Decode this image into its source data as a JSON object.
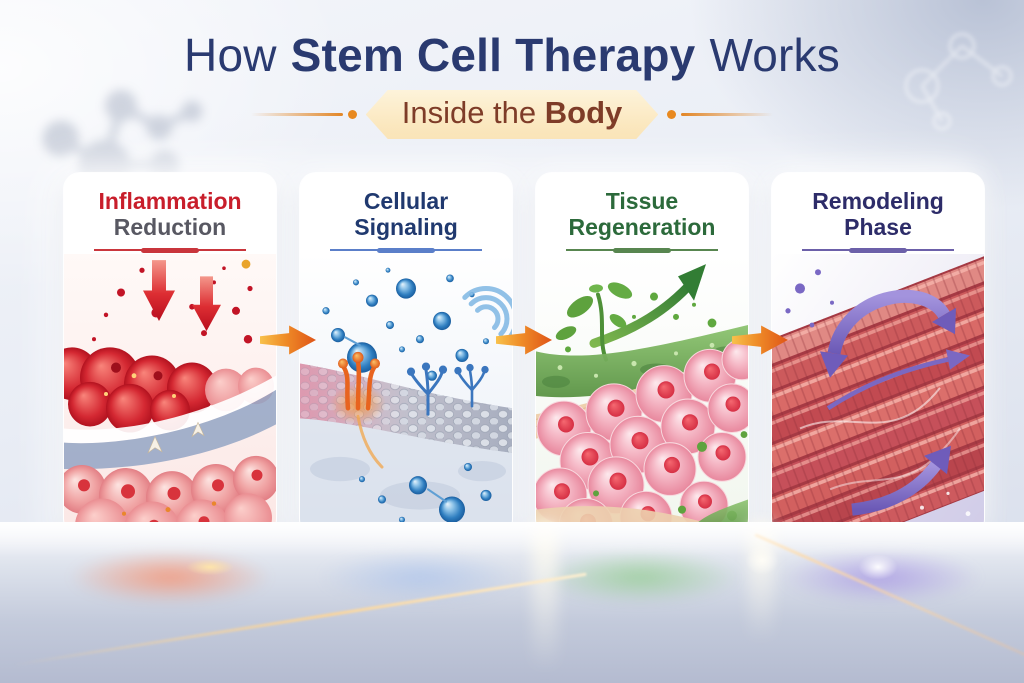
{
  "header": {
    "title": {
      "prefix": "How",
      "emphasis": "Stem Cell Therapy",
      "suffix": "Works",
      "color": "#2a3a70"
    },
    "banner": {
      "text_regular": "Inside the",
      "text_bold": "Body",
      "text_color": "#7e3c28",
      "background": "#fbe7bd",
      "accent_color": "#e8891f",
      "flank_icon": "orange-line-with-dot"
    }
  },
  "panels": [
    {
      "id": "inflammation-reduction",
      "line1": "Inflammation",
      "line2": "Reduction",
      "line1_color": "#c81e2b",
      "line2_color": "#585862",
      "divider_color": "#c42028",
      "art": {
        "motif": "inflamed-red-cells-with-descending-red-arrows",
        "icons": [
          "down-arrow-icon",
          "red-cell-cluster",
          "tissue-layer-ribbon"
        ]
      }
    },
    {
      "id": "cellular-signaling",
      "line1": "Cellular",
      "line2": "Signaling",
      "line1_color": "#20396f",
      "line2_color": "#20396f",
      "divider_color": "#4a72c4",
      "art": {
        "motif": "blue-signal-molecules-waves-receptors-on-membrane",
        "icons": [
          "signal-waves-icon",
          "molecule-sphere",
          "receptor-icon",
          "cell-membrane"
        ]
      }
    },
    {
      "id": "tissue-regeneration",
      "line1": "Tissue",
      "line2": "Regeneration",
      "line1_color": "#2c6a3b",
      "line2_color": "#2c6a3b",
      "divider_color": "#477a3e",
      "art": {
        "motif": "new-pink-cells-with-green-sprout-and-rising-arrow",
        "icons": [
          "sprout-icon",
          "growth-arrow-icon",
          "pink-cell-cluster"
        ]
      }
    },
    {
      "id": "remodeling-phase",
      "line1": "Remodeling",
      "line2": "Phase",
      "line1_color": "#2d2c69",
      "line2_color": "#2d2c69",
      "divider_color": "#5d4fa0",
      "art": {
        "motif": "aligned-muscle-fibers-with-purple-remodeling-arrows",
        "icons": [
          "curved-arrow-icon",
          "muscle-fiber-bundle"
        ]
      }
    }
  ],
  "connectors": {
    "icon": "right-arrow-icon",
    "count": 3,
    "color_start": "#f8c14b",
    "color_end": "#df5517"
  },
  "scene": {
    "watermarks": [
      "molecule-watermark-left",
      "molecule-watermark-right"
    ],
    "floor_glows": [
      {
        "name": "inflammation-glow",
        "color": "rgba(255,118,70,0.60)"
      },
      {
        "name": "signaling-glow",
        "color": "rgba(150,182,236,0.50)"
      },
      {
        "name": "regeneration-glow",
        "color": "rgba(118,196,108,0.55)"
      },
      {
        "name": "remodeling-glow",
        "color": "rgba(146,120,226,0.55)"
      }
    ]
  }
}
